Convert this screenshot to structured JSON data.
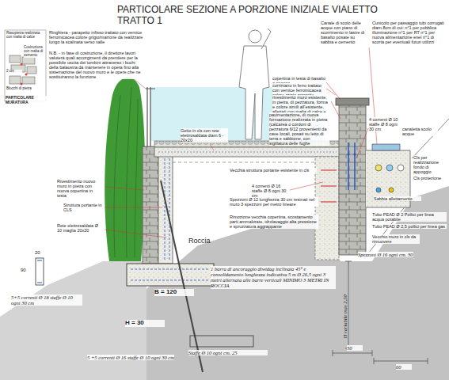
{
  "diagram": {
    "title": "PARTICOLARE SEZIONE A PORZIONE INIZIALE VIALETTO TRATTO 1",
    "labels": [
      "Rasopietra realizzata con malta di calce",
      "Costruzione con malta di cemento",
      "2 cm",
      "Blocchi di pietra",
      "PARTICOLARE MURATURA",
      "Ringhiera - parapetto infisso trattato con vernice ferromicacea colore grigio/marrone da realizzare lungo la scalinata verso valle",
      "N.B. - in fase di costruzione, il direttore lavori valuterà quali accorgimenti da prendere per la possibile uscita dei tombini attraverso i buchi della balaustra da mantenere in opera fino alla sistemazione del nuovo muro e le opere che ne sostituiranno la funzione",
      "copertina in testa di basalto a spacco",
      "corrimano in ferro trattato con vernice ferromicacea colore grigio antracite",
      "rivestimento muro esistente, in pietra, di pezzatura, forma e colore simili all'esistente, allettati con malta di calce e per tessitura del giunto sottostante",
      "pavimentazione, di nuova formazione realizzata in pietra (calcarea o cordoni di pezzatura 6/12 provenienti da cave locali, posati su letto di terra e sabbione, con sigillatura delle fughe",
      "Cunicolo per passaggio tubi corrugati diam.8cm di cui: n°1 per pubblica illuminazione n°1 per RT n°1 per nuova alimentazione enel n°1 di scorta per eventuali futuri utilizzi",
      "Canale di scolo delle acque con piano di scorrimento in lastre di basalto posate su sabbia e cemento",
      "4 correnti Ø 10 staffe Ø 8 ogni 30 cm",
      "canaletta scolo acque",
      "Cls per realizzazione fondo di appoggio",
      "Cls protezione",
      "Sabbia allettamento",
      "Tubo PEAD Ø 2 Pollici per linea acqua potabile",
      "Tubo PEAD Ø 2,5 pollici per linea gas",
      "Vecchio muro in cls da rimuovere",
      "Getto in cls con rete elettrosaldata diam 6 - 20x20",
      "Vecchia struttura portante esistente in cls",
      "4 correnti Ø 16 staffe Ø 8 ogni 30 cm",
      "Spezzoni Ø 12 lunghezza 30 cm resinati nel muro 3 spezzoni per metro lineare",
      "Rimozione vecchia copertina, scostamento parti ammalorate, idrolavaggio alta pressione e spruzzatura aggrappante",
      "Roccia",
      "Rivestimento nuovo muro in pietra con nuova copertina in testa",
      "Struttura portante in CLS",
      "Rete elettrosaldata Ø 10 maglia 20x20",
      "20",
      "90",
      "5+5 correnti Ø 18 staffe Ø 10 ogni 30 cm",
      "H = 30",
      "B = 120",
      "5 +5 correnti Ø 16 staffe Ø 10 ogni 30 cm",
      "Staffe Ø 10 ogni cm. 25",
      "1 barra di ancoraggio diwidag inclinata 45° e consolidamento lunghezza indicativa 5 m Ø 26,5 ogni 3 metri alternata alle barre verticali MINIMO 3 METRI IN ROCCIA",
      "Spezzoni Ø 16 ogni cm. 30",
      "H variabile max 2,50",
      "50",
      "60"
    ]
  }
}
